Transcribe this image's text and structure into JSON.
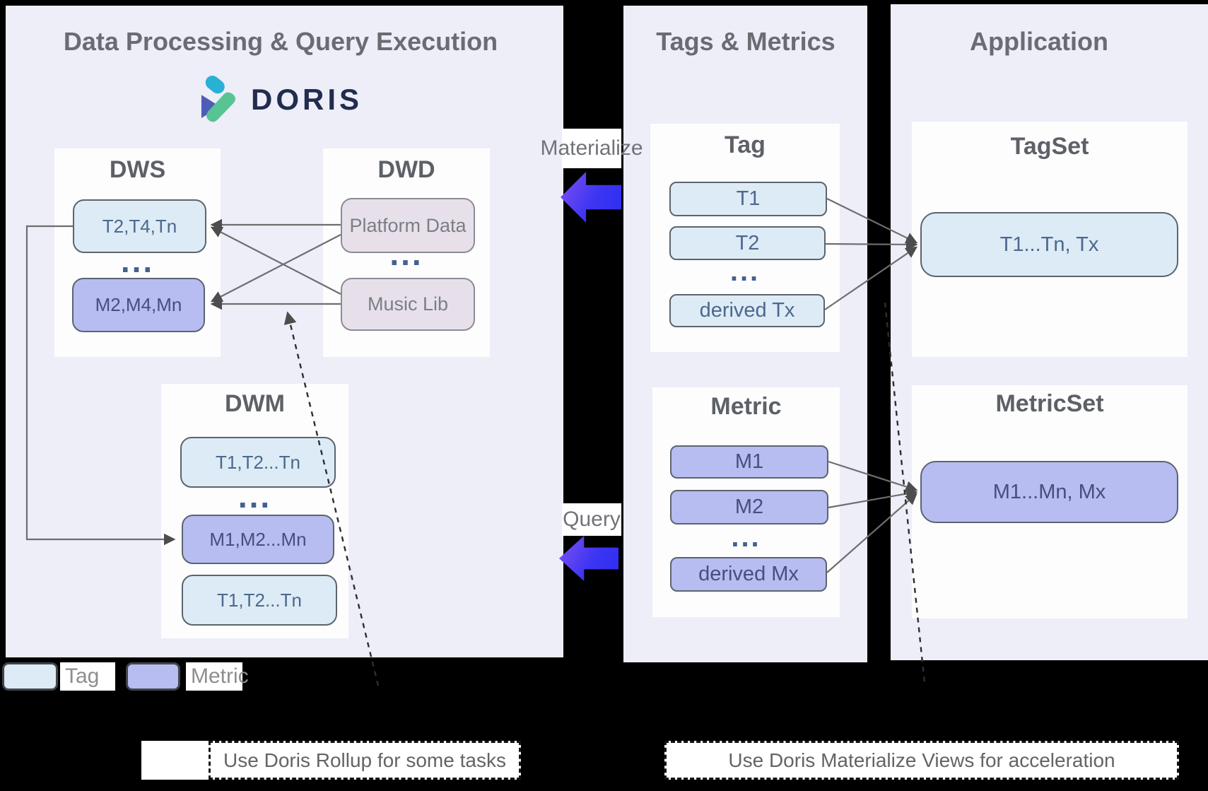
{
  "left_panel": {
    "title": "Data Processing & Query Execution",
    "logo": {
      "wordmark": "DORIS"
    },
    "dws": {
      "title": "DWS",
      "tag_box": "T2,T4,Tn",
      "metric_box": "M2,M4,Mn"
    },
    "dwd": {
      "title": "DWD",
      "platform_box": "Platform Data",
      "music_box": "Music Lib"
    },
    "dwm": {
      "title": "DWM",
      "tag_box_top": "T1,T2...Tn",
      "metric_box": "M1,M2...Mn",
      "tag_box_bottom": "T1,T2...Tn"
    }
  },
  "middle_panel": {
    "title": "Tags & Metrics",
    "tag_group": {
      "title": "Tag",
      "box1": "T1",
      "box2": "T2",
      "box3": "derived Tx"
    },
    "metric_group": {
      "title": "Metric",
      "box1": "M1",
      "box2": "M2",
      "box3": "derived Mx"
    }
  },
  "right_panel": {
    "title": "Application",
    "tagset": {
      "title": "TagSet",
      "box": "T1...Tn, Tx"
    },
    "metricset": {
      "title": "MetricSet",
      "box": "M1...Mn, Mx"
    }
  },
  "flow": {
    "materialize_label": "Materialize",
    "query_label": "Query"
  },
  "legend": {
    "tag_label": "Tag",
    "metric_label": "Metric"
  },
  "notes": {
    "rollup": "Use Doris Rollup for some tasks",
    "materialized_views": "Use Doris Materialize Views for acceleration"
  },
  "ellipsis": "...",
  "colors": {
    "panel_background": "#edeef8",
    "tag_fill": "#dcebf5",
    "metric_fill": "#b7bcf1",
    "dwd_fill": "#e7e0eb",
    "arrow_blue": "#3d35f2",
    "doris_teal": "#28b1d3",
    "doris_green": "#58c494",
    "doris_indigo": "#4e5db8",
    "doris_navy": "#222c4f"
  }
}
